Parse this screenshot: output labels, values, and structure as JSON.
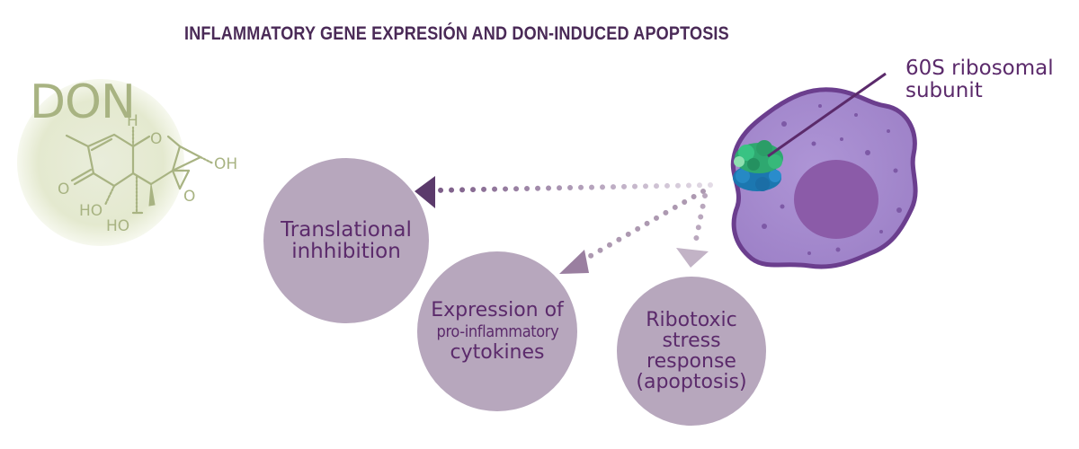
{
  "title": "INFLAMMATORY GENE EXPRESIÓN AND DON-INDUCED APOPTOSIS",
  "molecule": {
    "name": "DON",
    "atoms": {
      "h": "H",
      "o_ring": "O",
      "oh_right": "OH",
      "o_keto": "O",
      "ho_left": "HO",
      "ho_bottom": "HO",
      "o_epoxide": "O"
    }
  },
  "cell": {
    "label_line1": "60S ribosomal",
    "label_line2": "subunit"
  },
  "outcomes": [
    {
      "lines": [
        "Translational",
        "inhhibition"
      ]
    },
    {
      "lines": [
        "Expression of",
        "pro-inflammatory",
        "cytokines"
      ]
    },
    {
      "lines": [
        "Ribotoxic",
        "stress",
        "response",
        "(apoptosis)"
      ]
    }
  ],
  "colors": {
    "title": "#4a2a57",
    "circle_fill": "#b7a7bd",
    "circle_text": "#5b2a6b",
    "don_structure": "#a8b382",
    "don_backdrop": "#e6ead3",
    "cell_membrane": "#6b3e8e",
    "cell_body": "#a98fd0",
    "nucleus": "#8b5ba8",
    "ribosome_large": "#2ea870",
    "ribosome_small": "#1c77b0"
  }
}
